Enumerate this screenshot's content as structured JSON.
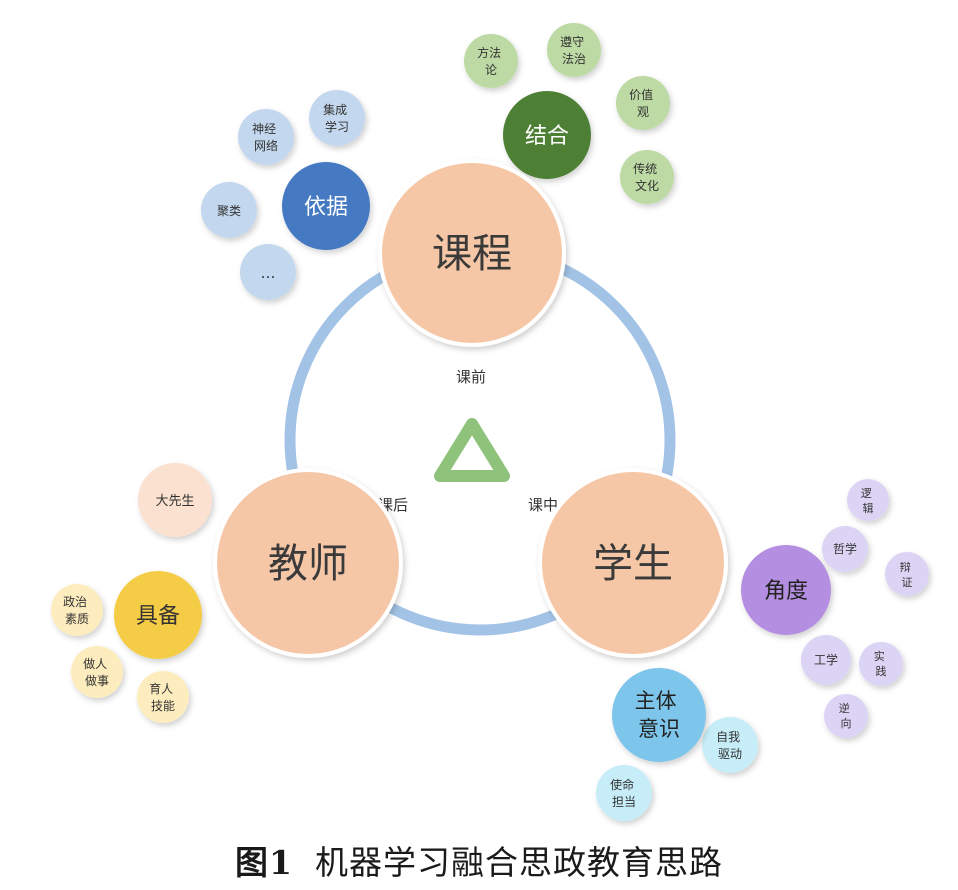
{
  "caption": {
    "figure": "图1",
    "text": "机器学习融合思政教育思路"
  },
  "cycle": {
    "before": "课前",
    "during": "课中",
    "after": "课后"
  },
  "hubs": [
    {
      "key": "course",
      "label": "课程"
    },
    {
      "key": "student",
      "label": "学生"
    },
    {
      "key": "teacher",
      "label": "教师"
    }
  ],
  "clusters": [
    {
      "key": "combine",
      "label": "结合",
      "items": [
        [
          "方法",
          "论"
        ],
        [
          "遵守",
          "法治"
        ],
        [
          "价值",
          "观"
        ],
        [
          "传统",
          "文化"
        ]
      ]
    },
    {
      "key": "basis",
      "label": "依据",
      "items": [
        [
          "神经",
          "网络"
        ],
        [
          "集成",
          "学习"
        ],
        [
          "聚类"
        ],
        [
          "…"
        ]
      ]
    },
    {
      "key": "possess",
      "label": "具备",
      "items": [
        [
          "政治",
          "素质"
        ],
        [
          "做人",
          "做事"
        ],
        [
          "育人",
          "技能"
        ]
      ]
    },
    {
      "key": "angle",
      "label": "角度",
      "items": [
        [
          "逻",
          "辑"
        ],
        [
          "哲学"
        ],
        [
          "辩",
          "证"
        ],
        [
          "工学"
        ],
        [
          "实",
          "践"
        ],
        [
          "逆",
          "向"
        ]
      ]
    },
    {
      "key": "subject",
      "label": [
        "主体",
        "意识"
      ],
      "items": [
        [
          "自我",
          "驱动"
        ],
        [
          "使命",
          "担当"
        ]
      ]
    }
  ],
  "extra": {
    "mentor": "大先生"
  },
  "colors": {
    "ring": "#a3c3e6",
    "hub": "#f6c7a6",
    "hubText": "#3a3a3a",
    "triangle": "#8fc27a",
    "combineDark": "#4e7f36",
    "combineLight": "#bddaa4",
    "basisDark": "#4479c2",
    "basisLight": "#c3d7ee",
    "possessDark": "#f5cc45",
    "possessLight": "#fcecbe",
    "angleDark": "#b48ee0",
    "angleLight": "#dcd4f4",
    "subjectDark": "#7dc5ea",
    "subjectLight": "#c7eef8",
    "mentorLight": "#fbe1cf"
  }
}
